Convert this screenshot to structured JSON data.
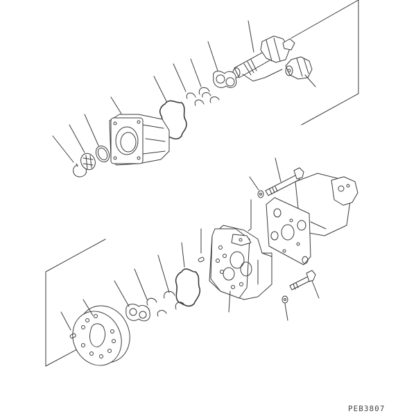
{
  "figure": {
    "code": "PEB3807",
    "type": "exploded-parts-diagram",
    "subject": "hydraulic gear pump assembly"
  },
  "colors": {
    "background": "#ffffff",
    "line": "#3a3a3a"
  },
  "groups": [
    {
      "name": "upper-shaft-and-gears",
      "parts": [
        "drive-shaft-with-gear",
        "driven-gear",
        "figure-eight-plate",
        "backup-rings",
        "gasket",
        "front-housing",
        "oil-seal",
        "needle-bearing",
        "snap-ring"
      ]
    },
    {
      "name": "lower-pump-section",
      "parts": [
        "rear-cover",
        "dowel-pin",
        "figure-eight-plate",
        "backup-rings",
        "gasket",
        "gear-housing",
        "dowel-pin",
        "bolt",
        "washer",
        "main-pump-body"
      ]
    }
  ]
}
